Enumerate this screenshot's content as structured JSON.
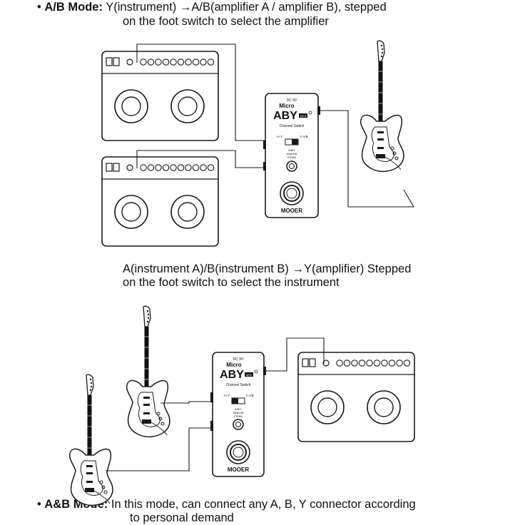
{
  "section_ab": {
    "bullet": "•",
    "label": "A/B Mode:",
    "line1": "Y(instrument) →A/B(amplifier A / amplifier B), stepped",
    "line2": "on the foot switch to select the amplifier"
  },
  "section_ba": {
    "line1": "A(instrument A)/B(instrument B) →Y(amplifier) Stepped",
    "line2": "on the foot switch to select the instrument"
  },
  "section_anb": {
    "bullet": "•",
    "label": "A&B Mode:",
    "line1": "In this mode, can connect any A, B, Y connector according",
    "line2": "to personal demand"
  },
  "pedal": {
    "top_label": "DC 9V",
    "brand_small": "Micro",
    "model": "ABY",
    "model_suffix": "MKII",
    "subtitle": "Channel Switch",
    "switch_left": "A+Y",
    "switch_right": "Y A/B",
    "knob_labels": [
      "A/B/Y",
      "A&B/A/B",
      "STAND"
    ],
    "brand": "MOOER"
  },
  "colors": {
    "line": "#1a1a1a",
    "background": "#ffffff"
  }
}
